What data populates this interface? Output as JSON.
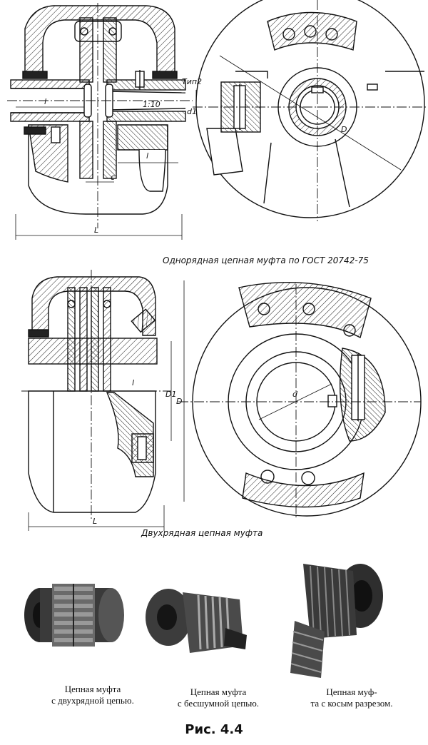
{
  "captions": {
    "single_row": "Однорядная цепная муфта по ГОСТ 20742-75",
    "double_row": "Двухрядная цепная муфта"
  },
  "labels_top": {
    "type": "Тип2",
    "taper": "1:10",
    "l_left": "l",
    "l_right": "l",
    "c": "c",
    "d1": "d1",
    "L": "L",
    "D": "D"
  },
  "labels_mid": {
    "l": "l",
    "D1": "D1",
    "D": "D",
    "d": "d",
    "L": "L"
  },
  "photos": [
    {
      "line1": "Цепная муфта",
      "line2": "с двухрядной цепью."
    },
    {
      "line1": "Цепная муфта",
      "line2": "с бесшумной цепью."
    },
    {
      "line1": "Цепная муф-",
      "line2": "та с косым разрезом."
    }
  ],
  "figure_label": "Рис. 4.4"
}
